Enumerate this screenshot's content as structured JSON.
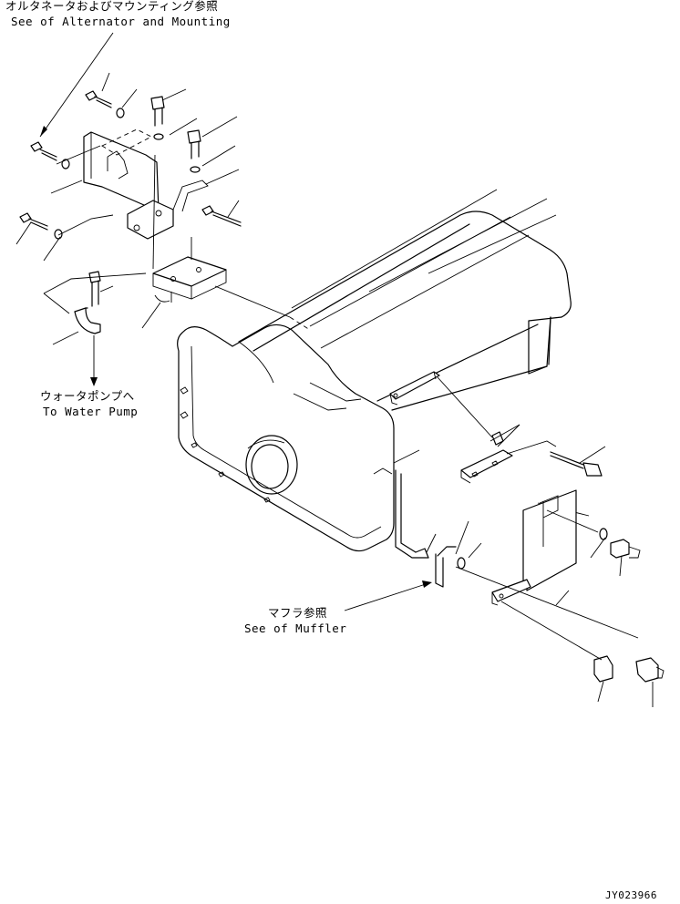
{
  "callouts": {
    "alternator": {
      "ja": "オルタネータおよびマウンティング参照",
      "en": "See of Alternator and Mounting"
    },
    "water_pump": {
      "ja": "ウォータポンプへ",
      "en": "To Water Pump"
    },
    "muffler": {
      "ja": "マフラ参照",
      "en": "See of Muffler"
    }
  },
  "drawing_number": "JY023966"
}
